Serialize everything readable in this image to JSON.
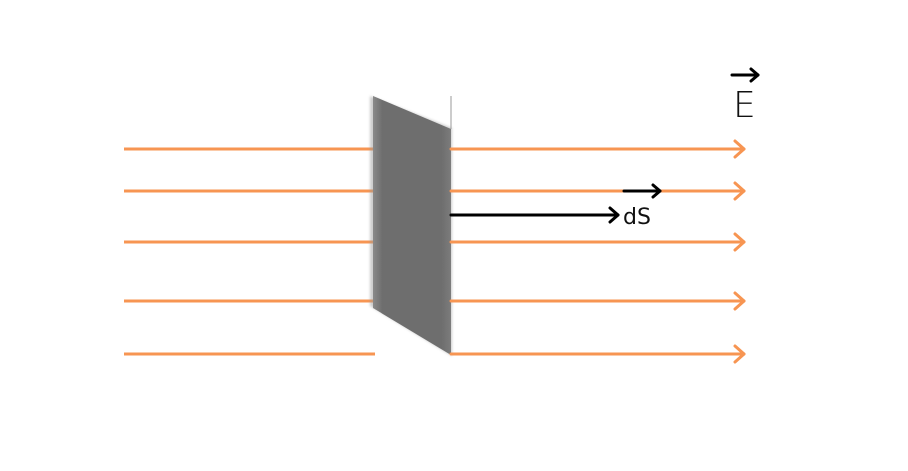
{
  "field_vector": {
    "label": "E",
    "color": "#f79552"
  },
  "area_vector": {
    "label": "dS",
    "color": "#000000"
  },
  "surface": {
    "color": "#6e6e6e"
  },
  "field_line_count": 5
}
